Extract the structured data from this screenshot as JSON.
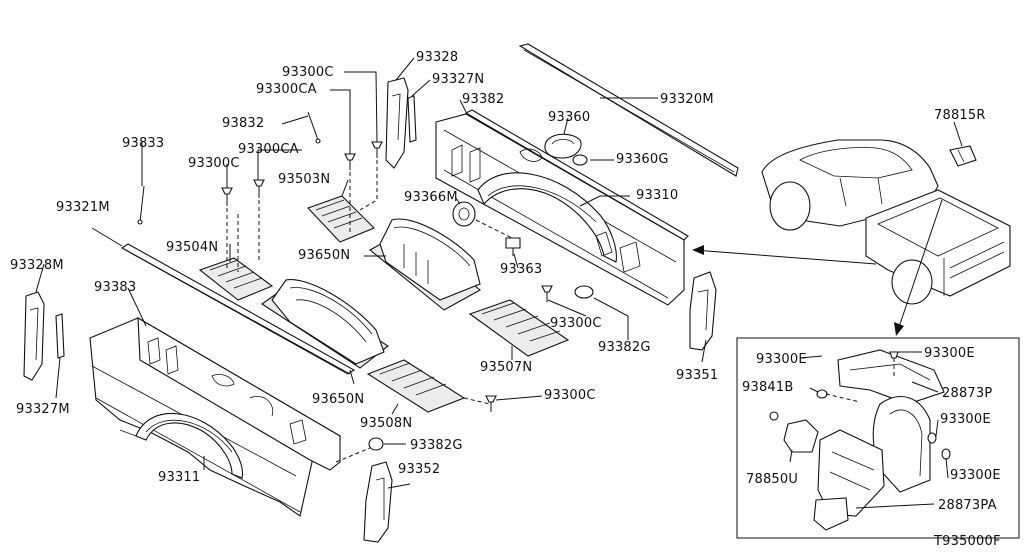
{
  "diagram_code": "T935000F",
  "callouts": {
    "p93320M": "93320M",
    "p93328": "93328",
    "p93300C_top": "93300C",
    "p93327N": "93327N",
    "p93300CA_top": "93300CA",
    "p93382": "93382",
    "p93360": "93360",
    "p78815R": "78815R",
    "p93832": "93832",
    "p93833": "93833",
    "p93300CA_mid": "93300CA",
    "p93300C_left": "93300C",
    "p93360G": "93360G",
    "p93503N": "93503N",
    "p93366M": "93366M",
    "p93310": "93310",
    "p93321M": "93321M",
    "p93504N": "93504N",
    "p93650N_upper": "93650N",
    "p93363": "93363",
    "p93328M": "93328M",
    "p93383": "93383",
    "p93300C_mid": "93300C",
    "p93382G_right": "93382G",
    "p93507N": "93507N",
    "p93351": "93351",
    "p93300E_left": "93300E",
    "p93300E_top": "93300E",
    "p28873P": "28873P",
    "p93841B": "93841B",
    "p93327M": "93327M",
    "p93650N_lower": "93650N",
    "p93300C_bottom": "93300C",
    "p93508N": "93508N",
    "p93300E_mid": "93300E",
    "p93382G_bottom": "93382G",
    "p78850U": "78850U",
    "p93300E_right": "93300E",
    "p93311": "93311",
    "p93352": "93352",
    "p28873PA": "28873PA"
  }
}
